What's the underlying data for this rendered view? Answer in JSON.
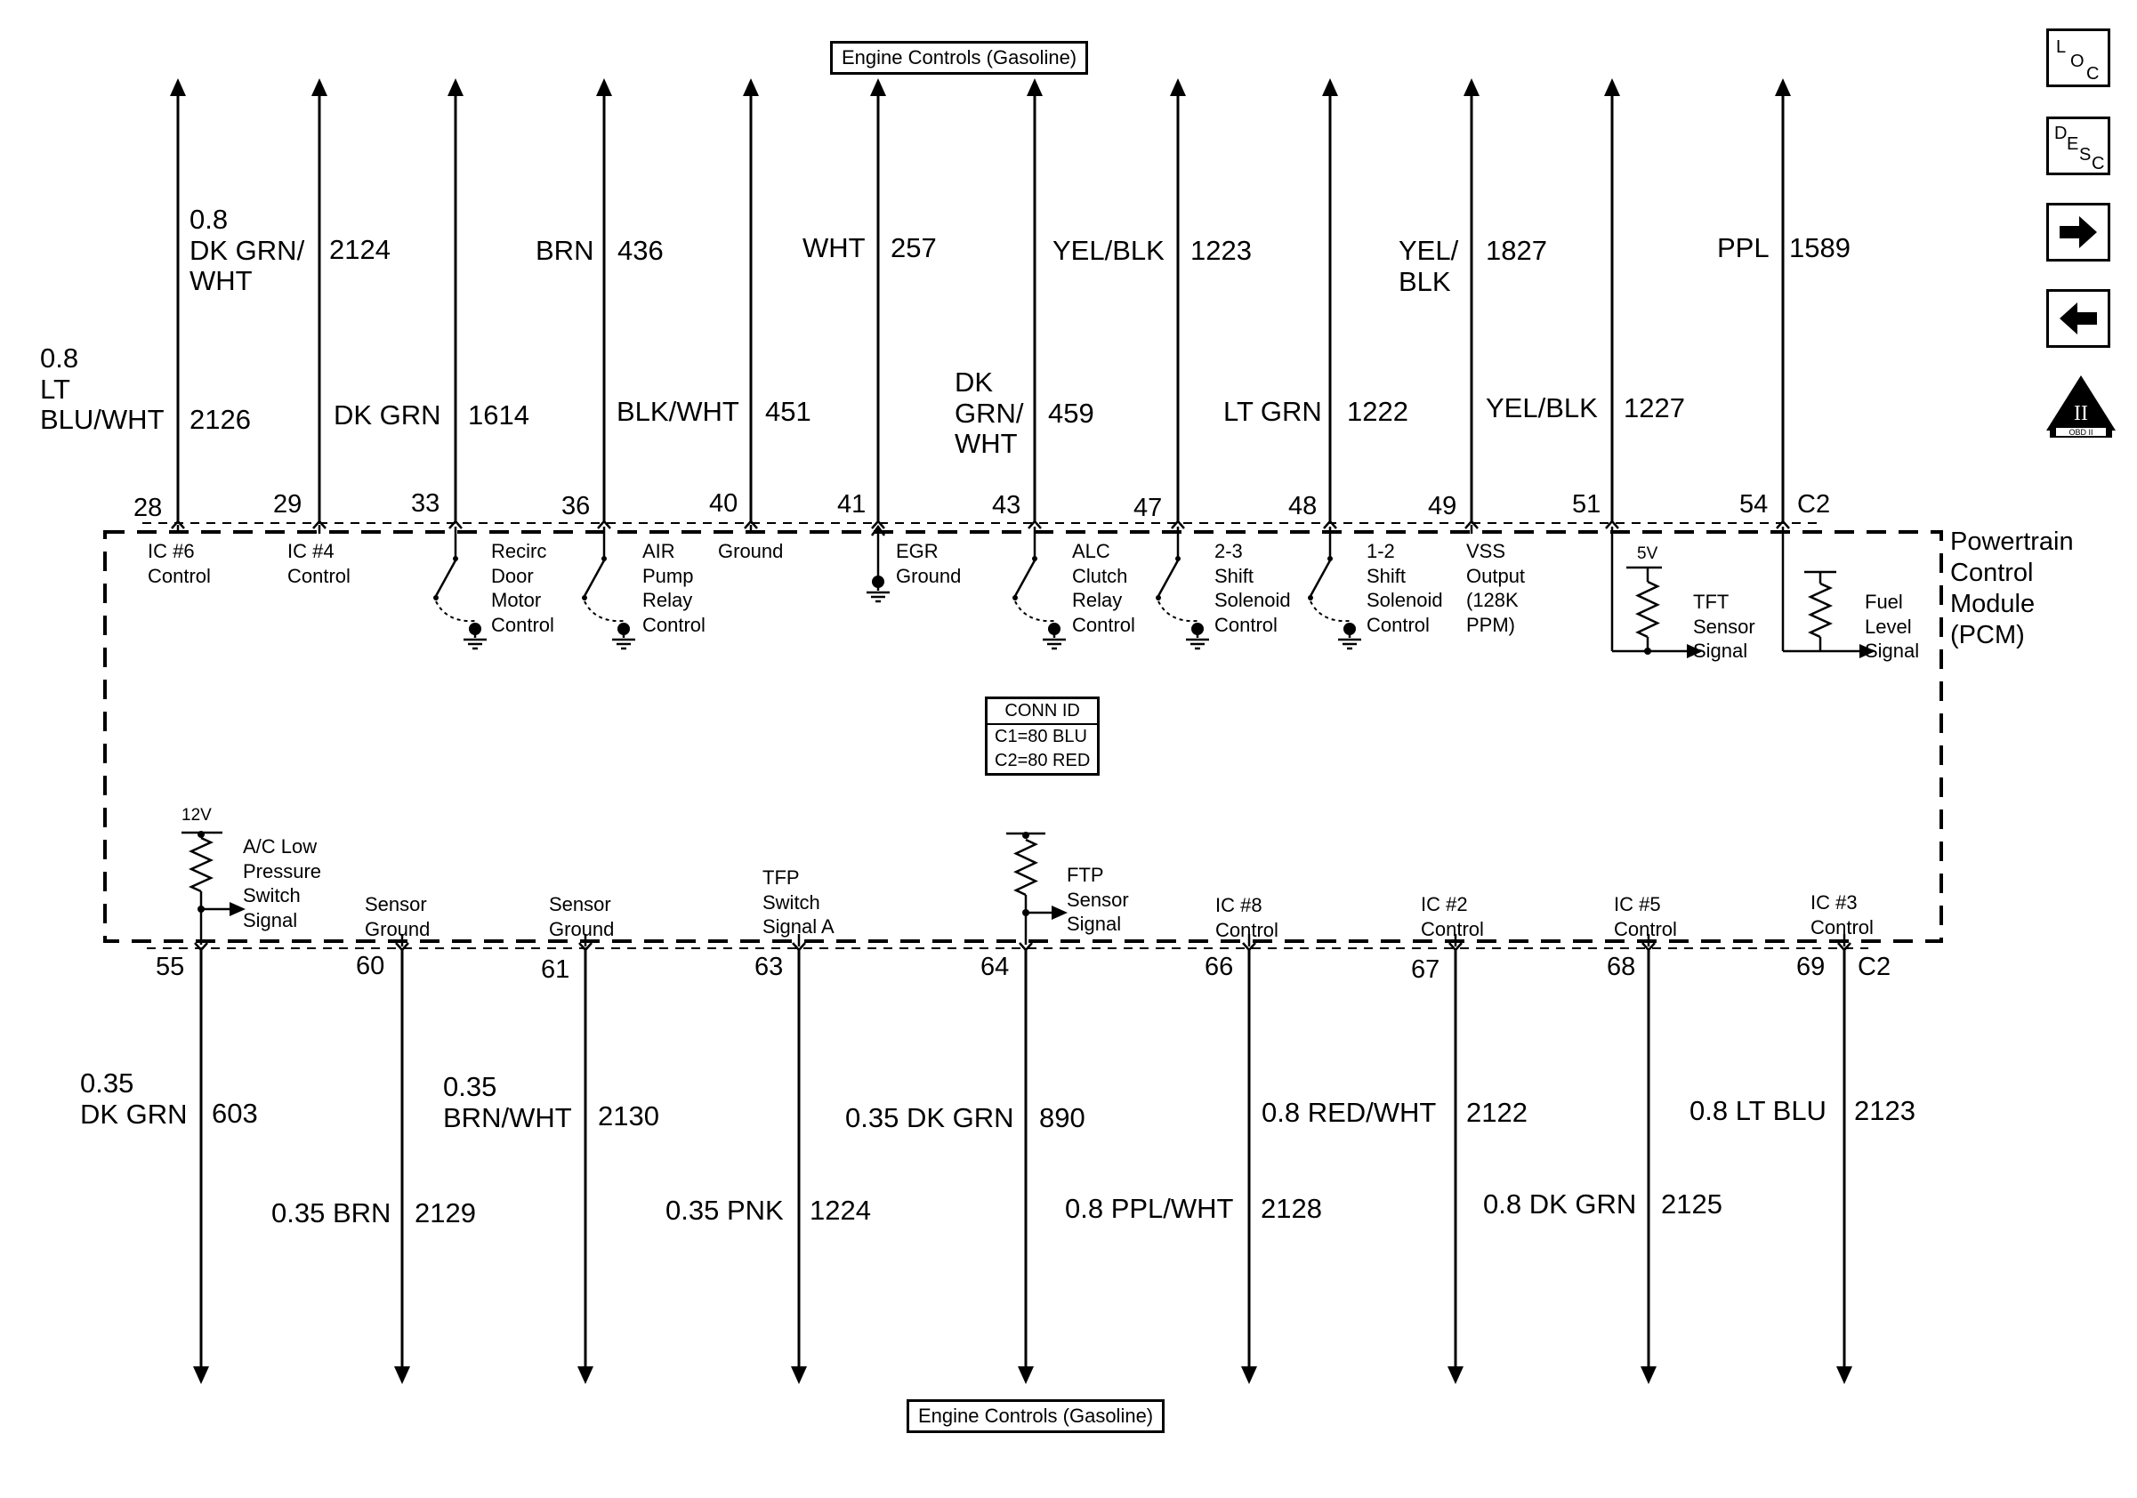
{
  "diagram": {
    "top_connector_label": "Engine Controls (Gasoline)",
    "bottom_connector_label": "Engine Controls (Gasoline)",
    "module_name": [
      "Powertrain",
      "Control",
      "Module",
      "(PCM)"
    ],
    "conn_id": {
      "title": "CONN ID",
      "c1": "C1=80 BLU",
      "c2": "C2=80 RED"
    },
    "connector_top": "C2",
    "connector_bottom": "C2",
    "top_pins": [
      {
        "pin": "28",
        "wire_upper": "0.8\nDK GRN/\nWHT",
        "circuit_upper": "2124",
        "wire_lower": "0.8\nLT\nBLU/WHT",
        "circuit_lower": "2126",
        "function": "IC #6\nControl"
      },
      {
        "pin": "29",
        "wire_lower": "DK GRN",
        "circuit_lower": "1614",
        "function": "IC #4\nControl"
      },
      {
        "pin": "33",
        "wire_upper": "BRN",
        "circuit_upper": "436",
        "function": "Recirc\nDoor\nMotor\nControl"
      },
      {
        "pin": "36",
        "wire_lower": "BLK/WHT",
        "circuit_lower": "451",
        "function": "AIR\nPump\nRelay\nControl"
      },
      {
        "pin": "40",
        "wire_upper": "WHT",
        "circuit_upper": "257",
        "function": "Ground"
      },
      {
        "pin": "41",
        "function": "EGR\nGround"
      },
      {
        "pin": "43",
        "wire_upper": "YEL/BLK",
        "circuit_upper": "1223",
        "wire_lower": "DK\nGRN/\nWHT",
        "circuit_lower": "459",
        "function": "ALC\nClutch\nRelay\nControl"
      },
      {
        "pin": "47",
        "wire_lower": "LT GRN",
        "circuit_lower": "1222",
        "function": "2-3\nShift\nSolenoid\nControl"
      },
      {
        "pin": "48",
        "wire_upper": "YEL/\nBLK",
        "circuit_upper": "1827",
        "function": "1-2\nShift\nSolenoid\nControl"
      },
      {
        "pin": "49",
        "wire_lower": "YEL/BLK",
        "circuit_lower": "1227",
        "function": "VSS\nOutput\n(128K\nPPM)"
      },
      {
        "pin": "51",
        "function": "TFT\nSensor\nSignal",
        "ref_voltage": "5V"
      },
      {
        "pin": "54",
        "wire_upper": "PPL",
        "circuit_upper": "1589",
        "function": "Fuel\nLevel\nSignal"
      }
    ],
    "bottom_pins": [
      {
        "pin": "55",
        "wire": "0.35\nDK GRN",
        "circuit": "603",
        "function": "A/C Low\nPressure\nSwitch\nSignal",
        "ref_voltage": "12V"
      },
      {
        "pin": "60",
        "wire": "0.35 BRN",
        "circuit": "2129",
        "function": "Sensor\nGround"
      },
      {
        "pin": "61",
        "wire": "0.35\nBRN/WHT",
        "circuit": "2130",
        "function": "Sensor\nGround"
      },
      {
        "pin": "63",
        "wire": "0.35 PNK",
        "circuit": "1224",
        "function": "TFP\nSwitch\nSignal A"
      },
      {
        "pin": "64",
        "wire": "0.35 DK GRN",
        "circuit": "890",
        "function": "FTP\nSensor\nSignal"
      },
      {
        "pin": "66",
        "wire": "0.8 PPL/WHT",
        "circuit": "2128",
        "function": "IC #8\nControl"
      },
      {
        "pin": "67",
        "wire": "0.8 RED/WHT",
        "circuit": "2122",
        "function": "IC #2\nControl"
      },
      {
        "pin": "68",
        "wire": "0.8 DK GRN",
        "circuit": "2125",
        "function": "IC #5\nControl"
      },
      {
        "pin": "69",
        "wire": "0.8 LT BLU",
        "circuit": "2123",
        "function": "IC #3\nControl"
      }
    ]
  },
  "nav": {
    "loc": {
      "a": "L",
      "b": "O",
      "c": "C",
      "icon": "location-icon"
    },
    "desc": {
      "a": "D",
      "b": "E",
      "c": "S",
      "d": "C",
      "icon": "description-icon"
    },
    "next": {
      "icon": "arrow-right-icon"
    },
    "prev": {
      "icon": "arrow-left-icon"
    },
    "obd": {
      "numeral": "II",
      "text": "OBD II",
      "icon": "obd-ii-icon"
    }
  }
}
